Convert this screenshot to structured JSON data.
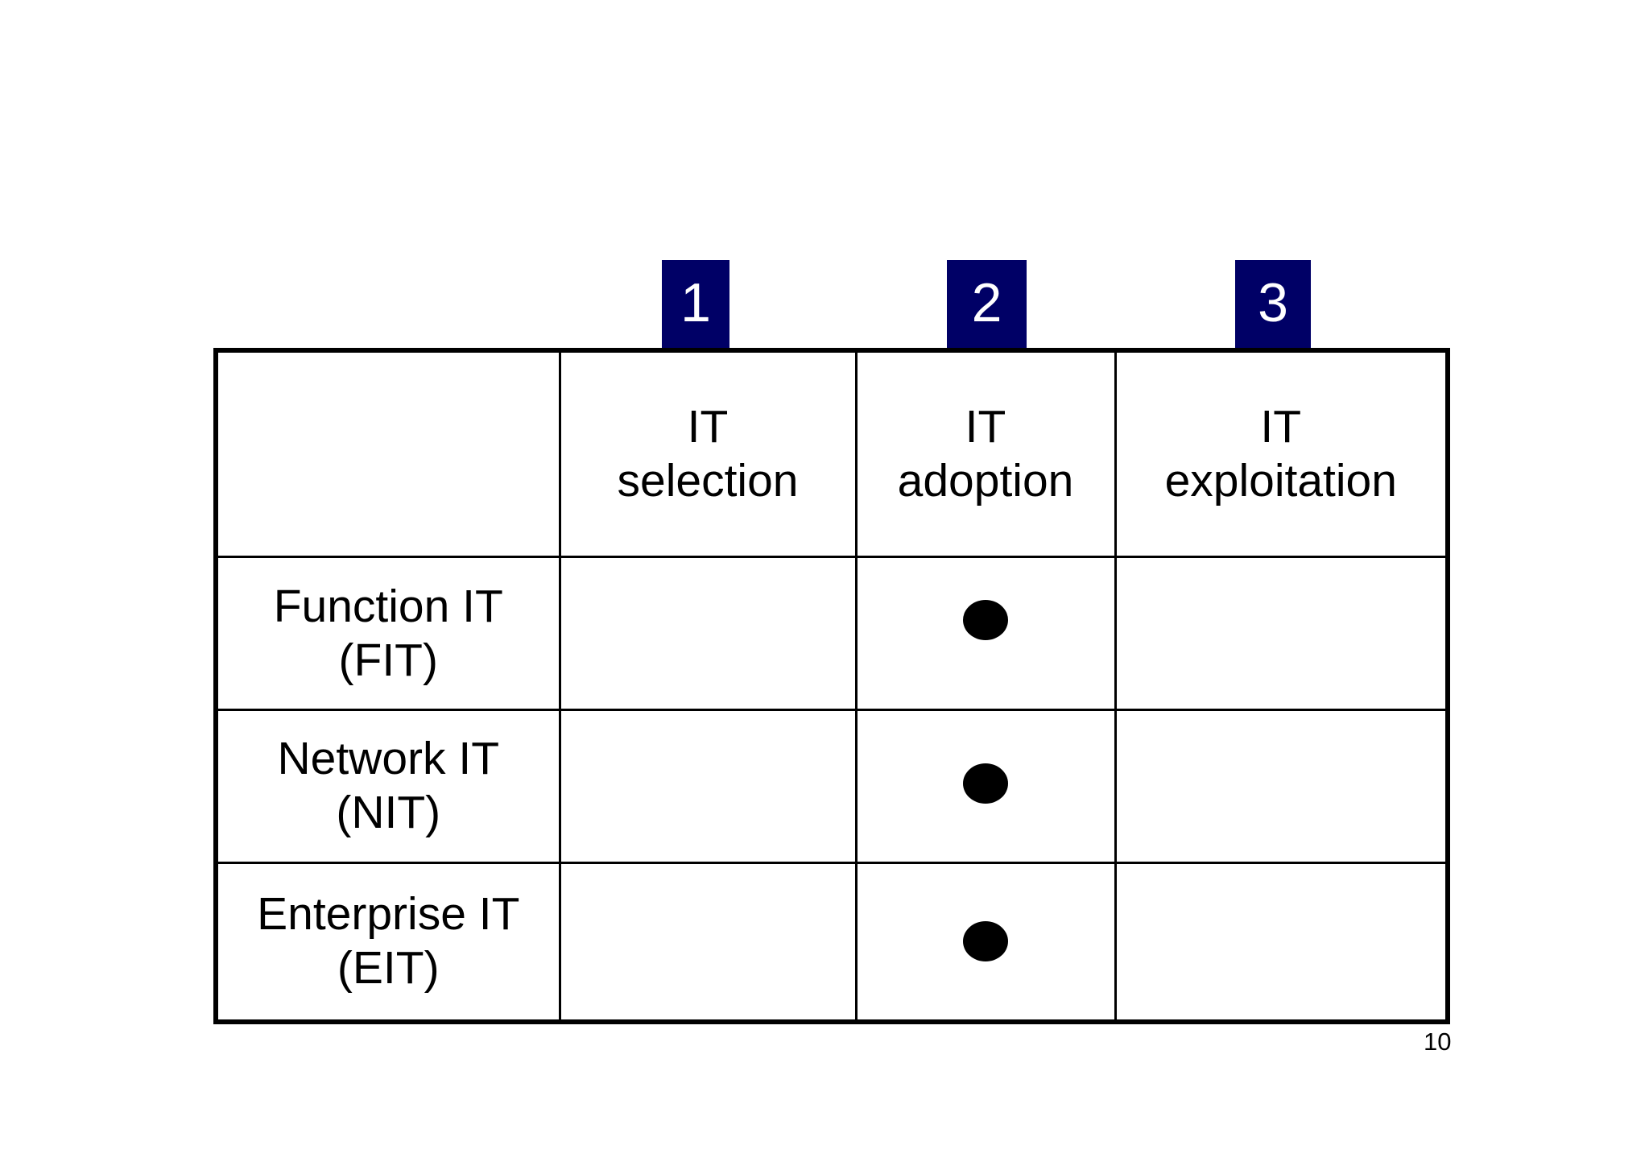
{
  "slide": {
    "page_number": "10",
    "accent_color": "#000066",
    "dot_color": "#000000",
    "border_color": "#000000",
    "background_color": "#ffffff"
  },
  "step_badges": [
    {
      "label": "1",
      "for_column": "IT selection"
    },
    {
      "label": "2",
      "for_column": "IT adoption"
    },
    {
      "label": "3",
      "for_column": "IT exploitation"
    }
  ],
  "matrix": {
    "corner_header": "",
    "column_headers": [
      {
        "line1": "IT",
        "line2": "selection"
      },
      {
        "line1": "IT",
        "line2": "adoption"
      },
      {
        "line1": "IT",
        "line2": "exploitation"
      }
    ],
    "rows": [
      {
        "label_line1": "Function IT",
        "label_line2": "(FIT)",
        "cells": [
          "",
          "dot",
          ""
        ]
      },
      {
        "label_line1": "Network IT",
        "label_line2": "(NIT)",
        "cells": [
          "",
          "dot",
          ""
        ]
      },
      {
        "label_line1": "Enterprise IT",
        "label_line2": "(EIT)",
        "cells": [
          "",
          "dot",
          ""
        ]
      }
    ]
  }
}
